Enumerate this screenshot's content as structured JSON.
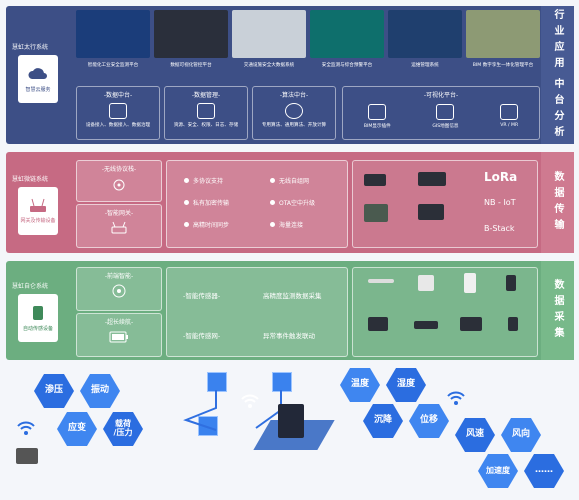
{
  "layers": {
    "app": {
      "side_labels": [
        "行业应用",
        "中台分析"
      ],
      "system_name": "慧虹太行系统",
      "system_icon_label": "智慧云服务",
      "thumbs": [
        {
          "caption": "智能化工业安全监测平台",
          "color": "#1b3d7a"
        },
        {
          "caption": "数据可视化管控平台",
          "color": "#2a2f3b"
        },
        {
          "caption": "交通设施安全大数据系统",
          "color": "#c9d0d8"
        },
        {
          "caption": "安全监测与综合预警平台",
          "color": "#0e6f6c"
        },
        {
          "caption": "运维管理系统",
          "color": "#1f3f6e"
        },
        {
          "caption": "BIM 数字孪生一体化管理平台",
          "color": "#8d9a74"
        }
      ],
      "hubs": [
        {
          "title": "-数据中台-",
          "sub": "设备接入、数据接入、数据治理"
        },
        {
          "title": "-数据管理-",
          "sub": "资源、安全、权限、日志、存储"
        },
        {
          "title": "-算法中台-",
          "sub": "专用算法、通用算法、开放计算"
        }
      ],
      "visual": {
        "title": "-可视化平台-",
        "items": [
          "BIM显示插件",
          "GIS地图信息",
          "VR / MR"
        ]
      }
    },
    "transport": {
      "side_label": "数据传输",
      "system_name": "慧虹微链系统",
      "system_icon_label": "网关及传输设备",
      "wireless_title": "-无线协议栈-",
      "gateway_title": "-智能网关-",
      "features": [
        "多协议支持",
        "无线自组网",
        "私有加密传输",
        "OTA空中升级",
        "高精时间同步",
        "海量连接"
      ],
      "brands": [
        "LoRa",
        "NB - IoT",
        "B-Stack"
      ]
    },
    "sensing": {
      "side_label": "数据采集",
      "system_name": "慧虹自仑系统",
      "system_icon_label": "自动传感设备",
      "edge_title": "-前端智能-",
      "long_title": "-超长续航-",
      "sensor_title": "-智能传感器-",
      "sensor_desc": "高精度监测数据采集",
      "network_title": "-智能传感网-",
      "network_desc": "异常事件触发联动"
    }
  },
  "hex_left": [
    "渗压",
    "振动",
    "应变",
    "载荷\n/压力"
  ],
  "hex_right": [
    "温度",
    "湿度",
    "沉降",
    "位移",
    "风速",
    "风向",
    "加速度",
    "……"
  ]
}
